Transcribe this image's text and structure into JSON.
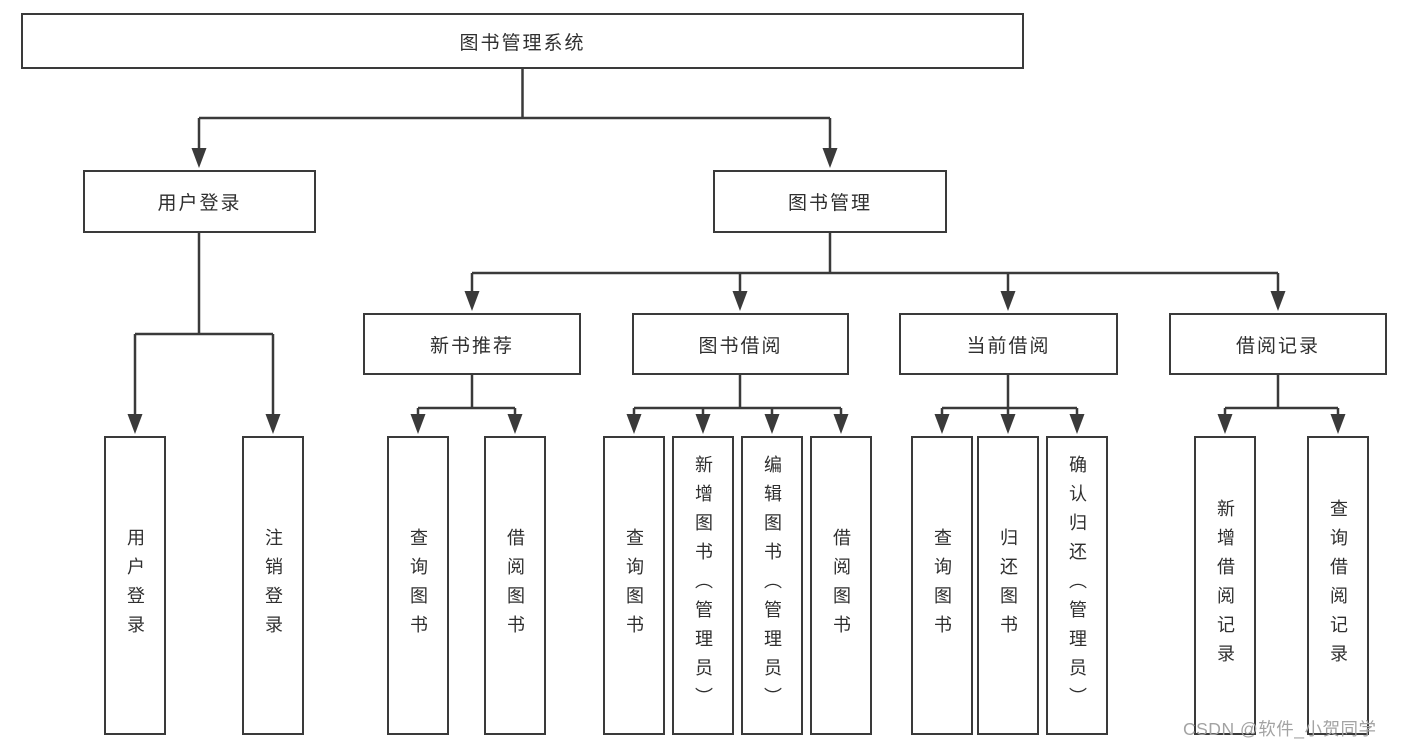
{
  "tree": {
    "root": {
      "label": "图书管理系统"
    },
    "branches": [
      {
        "label": "用户登录",
        "leaves": [
          {
            "label": "用户登录"
          },
          {
            "label": "注销登录"
          }
        ]
      },
      {
        "label": "图书管理",
        "sections": [
          {
            "label": "新书推荐",
            "leaves": [
              {
                "label": "查询图书"
              },
              {
                "label": "借阅图书"
              }
            ]
          },
          {
            "label": "图书借阅",
            "leaves": [
              {
                "label": "查询图书"
              },
              {
                "label": "新增图书（管理员）"
              },
              {
                "label": "编辑图书（管理员）"
              },
              {
                "label": "借阅图书"
              }
            ]
          },
          {
            "label": "当前借阅",
            "leaves": [
              {
                "label": "查询图书"
              },
              {
                "label": "归还图书"
              },
              {
                "label": "确认归还（管理员）"
              }
            ]
          },
          {
            "label": "借阅记录",
            "leaves": [
              {
                "label": "新增借阅记录"
              },
              {
                "label": "查询借阅记录"
              }
            ]
          }
        ]
      }
    ]
  },
  "watermark": "CSDN @软件_小贺同学",
  "colors": {
    "line": "#3a3a3a",
    "box_border": "#3a3a3a",
    "box_background": "#ffffff",
    "text": "#2f2f2f",
    "watermark_text": "#a3a3a3",
    "page_background": "#ffffff"
  }
}
